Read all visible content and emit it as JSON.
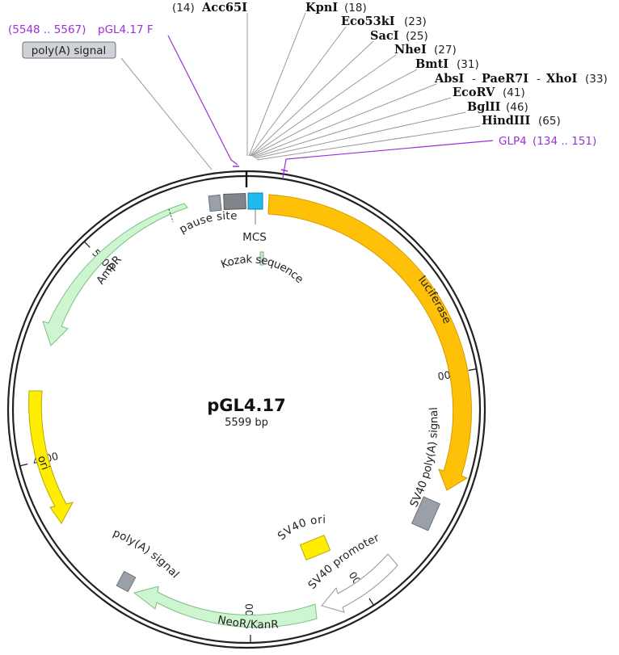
{
  "plasmid": {
    "name": "pGL4.17",
    "size_label": "5599 bp"
  },
  "ticks": [
    {
      "label": "1000",
      "angle": 80
    },
    {
      "label": "2000",
      "angle": 147
    },
    {
      "label": "3000",
      "angle": 179
    },
    {
      "label": "4000",
      "angle": 256
    },
    {
      "label": "5000",
      "angle": 316
    }
  ],
  "features": {
    "luciferase": {
      "label": "luciferase",
      "color": "#ffc107",
      "edge": "#d49a00"
    },
    "ampr": {
      "label": "AmpR",
      "color": "#ccf5d0",
      "edge": "#7fbf87"
    },
    "ori": {
      "label": "ori",
      "color": "#ffee00",
      "edge": "#b8a800"
    },
    "neor": {
      "label": "NeoR/KanR",
      "color": "#ccf5d0",
      "edge": "#7fbf87"
    },
    "sv40_promoter": {
      "label": "SV40 promoter",
      "color": "#ffffff",
      "edge": "#999999"
    },
    "sv40_ori": {
      "label": "SV40 ori",
      "color": "#ffee00",
      "edge": "#b8a800"
    },
    "sv40_polya": {
      "label": "SV40 poly(A) signal",
      "color": "#9aa0a8",
      "edge": "#6c737a"
    },
    "polya_bottom": {
      "label": "poly(A) signal",
      "color": "#9aa0a8",
      "edge": "#6c737a"
    },
    "pause_site": {
      "label": "pause site",
      "color": "#9aa0a8",
      "edge": "#6c737a"
    },
    "mcs": {
      "label": "MCS",
      "color": "#1fbbee",
      "edge": "#1180a8"
    },
    "kozak": {
      "label": "Kozak sequence",
      "color": "#cfe8d2",
      "edge": "#7fa887"
    }
  },
  "polya_top": {
    "label": "poly(A) signal"
  },
  "primers": {
    "pgl417f": {
      "label": "pGL4.17 F",
      "range": "(5548 .. 5567)",
      "color": "#9b30d9"
    },
    "glp4": {
      "label": "GLP4",
      "range": "(134 .. 151)",
      "color": "#9b30d9"
    }
  },
  "sites": [
    {
      "name": "Acc65I",
      "pos": "(14)"
    },
    {
      "name": "KpnI",
      "pos": "(18)"
    },
    {
      "name": "Eco53kI",
      "pos": "(23)"
    },
    {
      "name": "SacI",
      "pos": "(25)"
    },
    {
      "name": "NheI",
      "pos": "(27)"
    },
    {
      "name": "BmtI",
      "pos": "(31)"
    },
    {
      "name": "AbsI",
      "name2": "PaeR7I",
      "name3": "XhoI",
      "sep": "-",
      "pos": "(33)"
    },
    {
      "name": "EcoRV",
      "pos": "(41)"
    },
    {
      "name": "BglII",
      "pos": "(46)"
    },
    {
      "name": "HindIII",
      "pos": "(65)"
    }
  ]
}
